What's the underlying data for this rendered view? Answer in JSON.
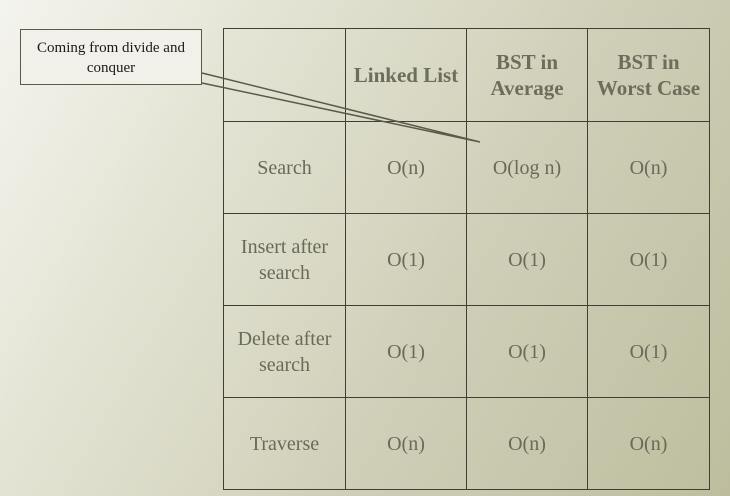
{
  "callout": {
    "text": "Coming from divide and conquer"
  },
  "table": {
    "header": [
      "",
      "Linked List",
      "BST in Average",
      "BST in Worst Case"
    ],
    "rows": [
      {
        "label": "Search",
        "cells": [
          "O(n)",
          "O(log n)",
          "O(n)"
        ]
      },
      {
        "label": "Insert after search",
        "cells": [
          "O(1)",
          "O(1)",
          "O(1)"
        ]
      },
      {
        "label": "Delete after search",
        "cells": [
          "O(1)",
          "O(1)",
          "O(1)"
        ]
      },
      {
        "label": "Traverse",
        "cells": [
          "O(n)",
          "O(n)",
          "O(n)"
        ]
      }
    ]
  },
  "colors": {
    "text": "#6a6a5a",
    "border": "#3f3f33",
    "callout_border": "#5a5a4a"
  }
}
